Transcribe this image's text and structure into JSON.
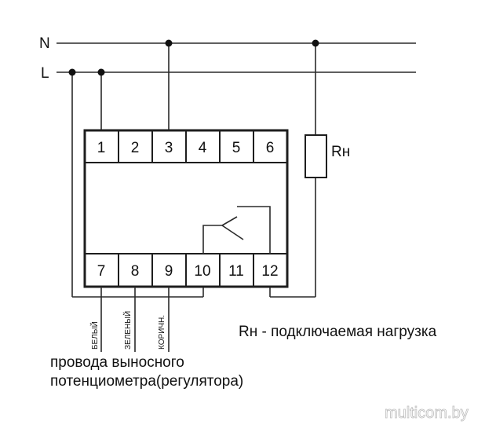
{
  "lines": {
    "neutral_label": "N",
    "live_label": "L"
  },
  "terminals": {
    "top": [
      "1",
      "2",
      "3",
      "4",
      "5",
      "6"
    ],
    "bottom": [
      "7",
      "8",
      "9",
      "10",
      "11",
      "12"
    ]
  },
  "load": {
    "symbol": "Rн",
    "legend": "Rн - подключаемая нагрузка"
  },
  "wire_colors": [
    "БЕЛЫЙ",
    "ЗЕЛЕНЫЙ",
    "КОРИЧН."
  ],
  "caption": {
    "line1": "провода выносного",
    "line2": "потенциометра(регулятора)"
  },
  "watermark": "multicom.by"
}
